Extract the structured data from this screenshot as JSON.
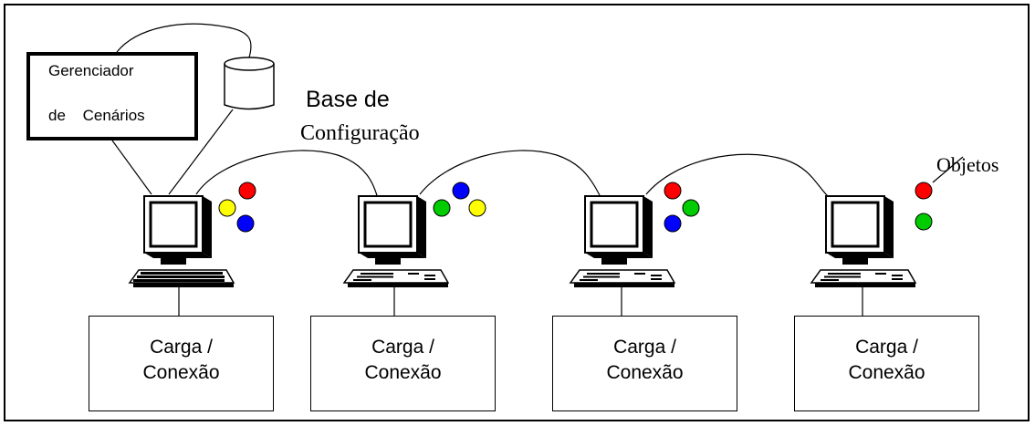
{
  "manager": {
    "line1": "Gerenciador",
    "line2": "de Cenários"
  },
  "config_base": {
    "line1": "Base de",
    "line2": "Configuração"
  },
  "objects_label": "Objetos",
  "load_boxes": [
    {
      "line1": "Carga /",
      "line2": "Conexão"
    },
    {
      "line1": "Carga /",
      "line2": "Conexão"
    },
    {
      "line1": "Carga /",
      "line2": "Conexão"
    },
    {
      "line1": "Carga /",
      "line2": "Conexão"
    }
  ],
  "colors": {
    "red": "#ff0000",
    "yellow": "#ffff00",
    "blue": "#0000ff",
    "green": "#00cc00"
  }
}
